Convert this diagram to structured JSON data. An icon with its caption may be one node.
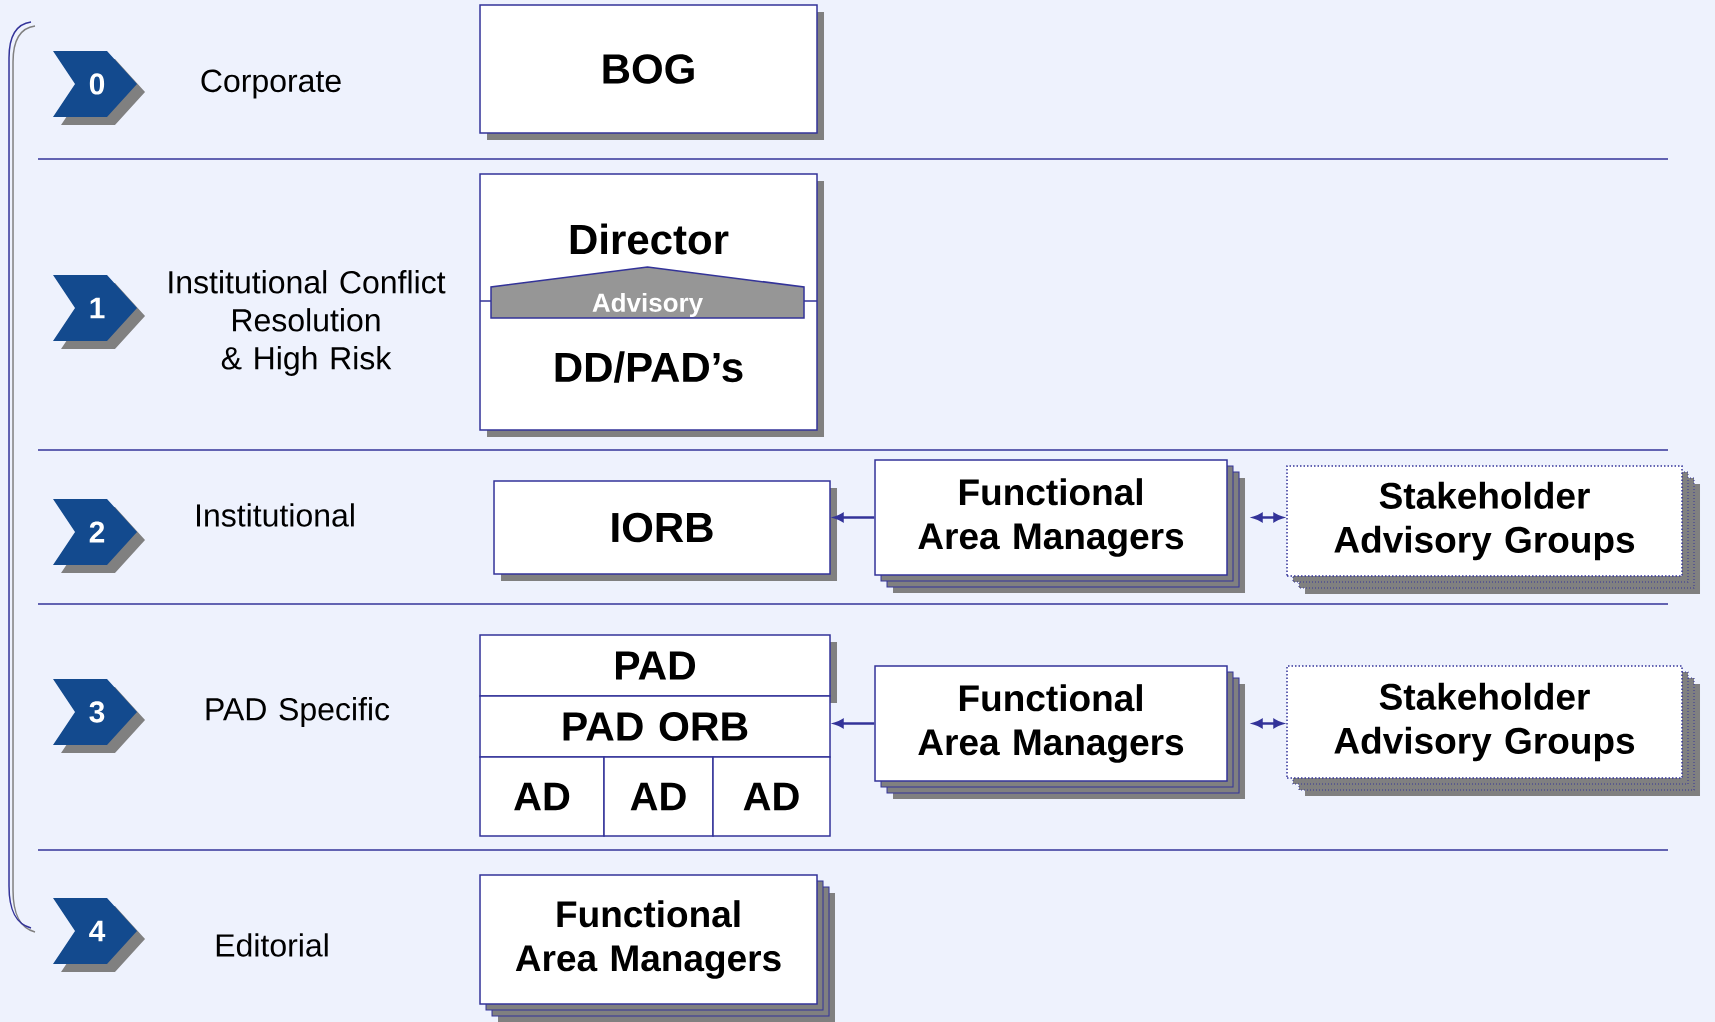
{
  "diagram": {
    "nodes": [
      {
        "text": [
          "0"
        ]
      },
      {
        "text": [
          "BOG"
        ]
      },
      {
        "text": [
          "1"
        ]
      },
      {
        "text": [
          "Director",
          "DD/PAD’s"
        ]
      },
      {
        "text": [
          "Advisory"
        ],
        "in": 3
      },
      {
        "text": [
          "2"
        ]
      },
      {
        "text": [
          "IORB"
        ]
      },
      {
        "text": [
          "Functional Area Managers"
        ]
      },
      {
        "text": [
          "Stakeholder Advisory Groups"
        ]
      },
      {
        "text": [
          "3"
        ]
      },
      {
        "text": [
          "PAD"
        ]
      },
      {
        "text": [
          "PAD ORB"
        ]
      },
      {
        "text": [
          "AD"
        ]
      },
      {
        "text": [
          "AD"
        ]
      },
      {
        "text": [
          "AD"
        ]
      },
      {
        "text": [
          "Functional Area Managers"
        ]
      },
      {
        "text": [
          "Stakeholder Advisory Groups"
        ]
      },
      {
        "text": [
          "4"
        ]
      },
      {
        "text": [
          "Functional Area Managers"
        ]
      }
    ],
    "edges": [
      {
        "from": 7,
        "to": 6,
        "arrow": "to"
      },
      {
        "from": 7,
        "to": 8,
        "arrow": "both"
      },
      {
        "from": 15,
        "to": 11,
        "arrow": "to"
      },
      {
        "from": 15,
        "to": 16,
        "arrow": "both"
      }
    ],
    "labels": [
      "Corporate",
      "Institutional Conflict Resolution & High Risk",
      "Institutional",
      "PAD Specific",
      "Editorial"
    ]
  }
}
